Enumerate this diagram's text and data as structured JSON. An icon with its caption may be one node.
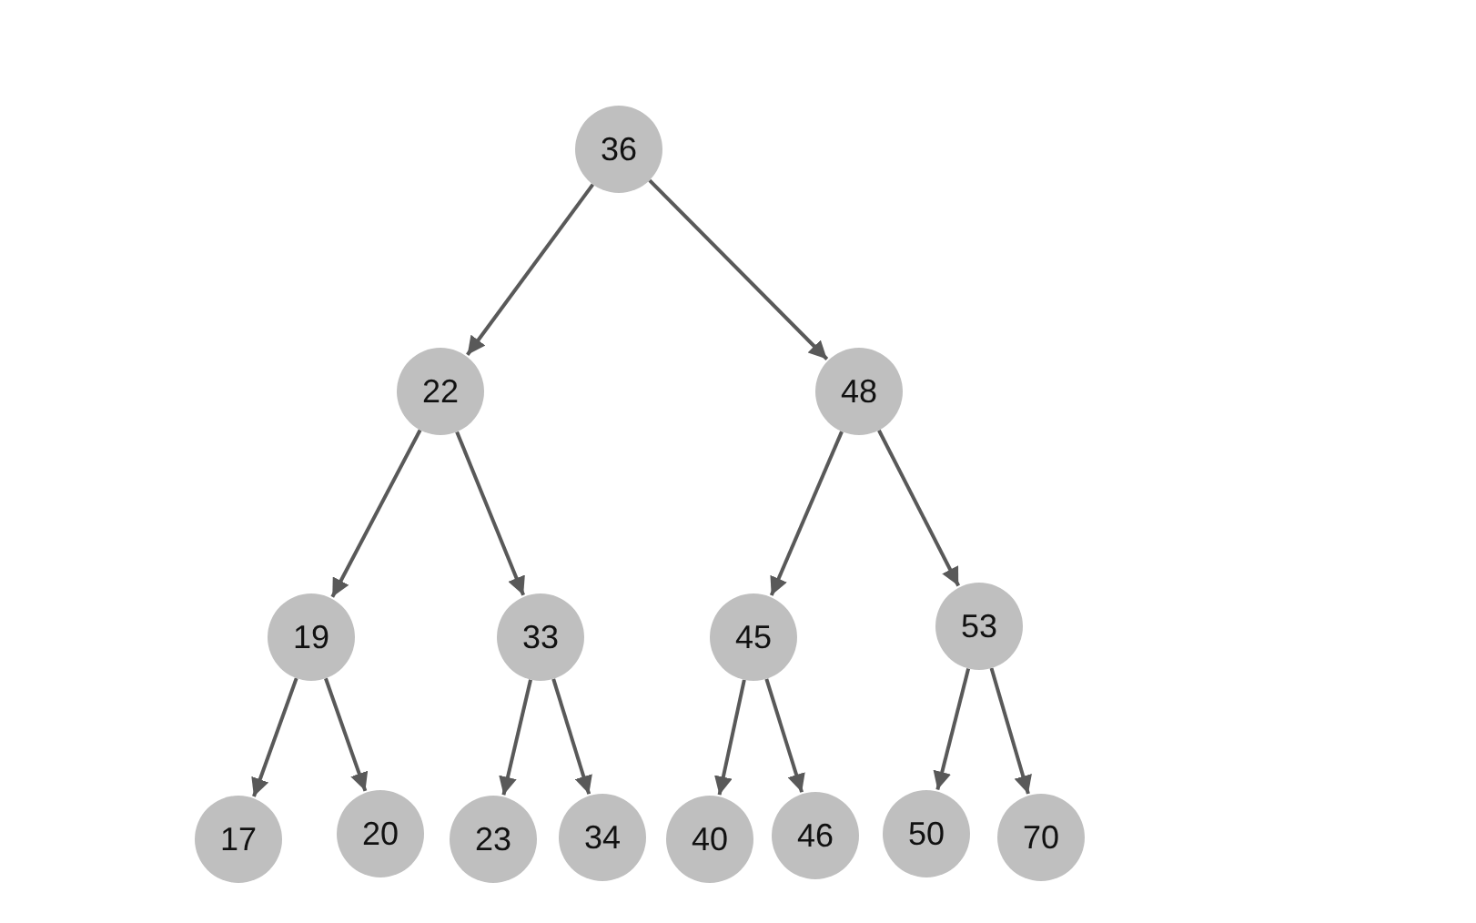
{
  "diagram": {
    "nodes": [
      {
        "text": [
          "36"
        ]
      },
      {
        "text": [
          "22"
        ]
      },
      {
        "text": [
          "48"
        ]
      },
      {
        "text": [
          "19"
        ]
      },
      {
        "text": [
          "33"
        ]
      },
      {
        "text": [
          "45"
        ]
      },
      {
        "text": [
          "53"
        ]
      },
      {
        "text": [
          "17"
        ]
      },
      {
        "text": [
          "20"
        ]
      },
      {
        "text": [
          "23"
        ]
      },
      {
        "text": [
          "34"
        ]
      },
      {
        "text": [
          "40"
        ]
      },
      {
        "text": [
          "46"
        ]
      },
      {
        "text": [
          "50"
        ]
      },
      {
        "text": [
          "70"
        ]
      }
    ],
    "edges": [
      {
        "from": 0,
        "to": 1,
        "arrow": "to"
      },
      {
        "from": 0,
        "to": 2,
        "arrow": "to"
      },
      {
        "from": 1,
        "to": 3,
        "arrow": "to"
      },
      {
        "from": 1,
        "to": 4,
        "arrow": "to"
      },
      {
        "from": 2,
        "to": 5,
        "arrow": "to"
      },
      {
        "from": 2,
        "to": 6,
        "arrow": "to"
      },
      {
        "from": 3,
        "to": 7,
        "arrow": "to"
      },
      {
        "from": 3,
        "to": 8,
        "arrow": "to"
      },
      {
        "from": 4,
        "to": 9,
        "arrow": "to"
      },
      {
        "from": 4,
        "to": 10,
        "arrow": "to"
      },
      {
        "from": 5,
        "to": 11,
        "arrow": "to"
      },
      {
        "from": 5,
        "to": 12,
        "arrow": "to"
      },
      {
        "from": 6,
        "to": 13,
        "arrow": "to"
      },
      {
        "from": 6,
        "to": 14,
        "arrow": "to"
      }
    ]
  }
}
